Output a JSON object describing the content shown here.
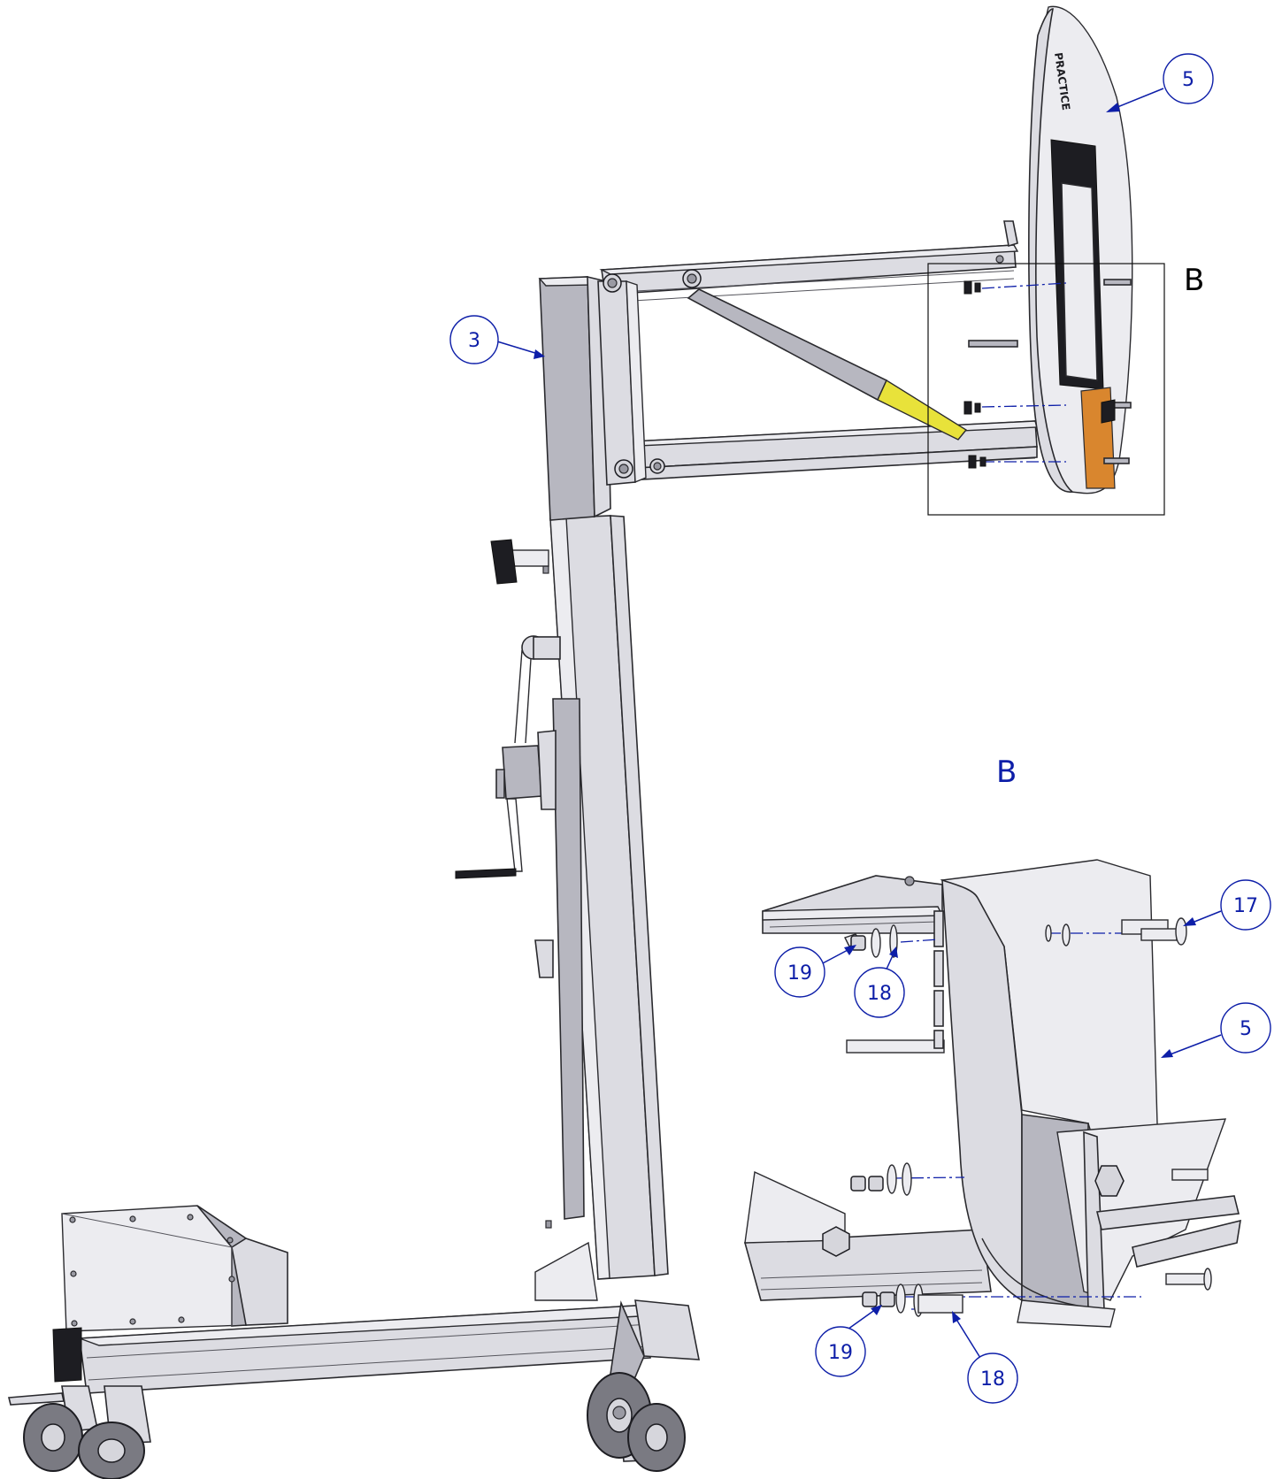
{
  "detail_view": {
    "label_main": "B",
    "label_detail": "B"
  },
  "balloons": {
    "main_backboard": "5",
    "main_frame": "3",
    "detail_screw": "17",
    "detail_nut_top": "19",
    "detail_washer_top": "18",
    "detail_backboard": "5",
    "detail_nut_bottom": "19",
    "detail_washer_bottom": "18"
  }
}
